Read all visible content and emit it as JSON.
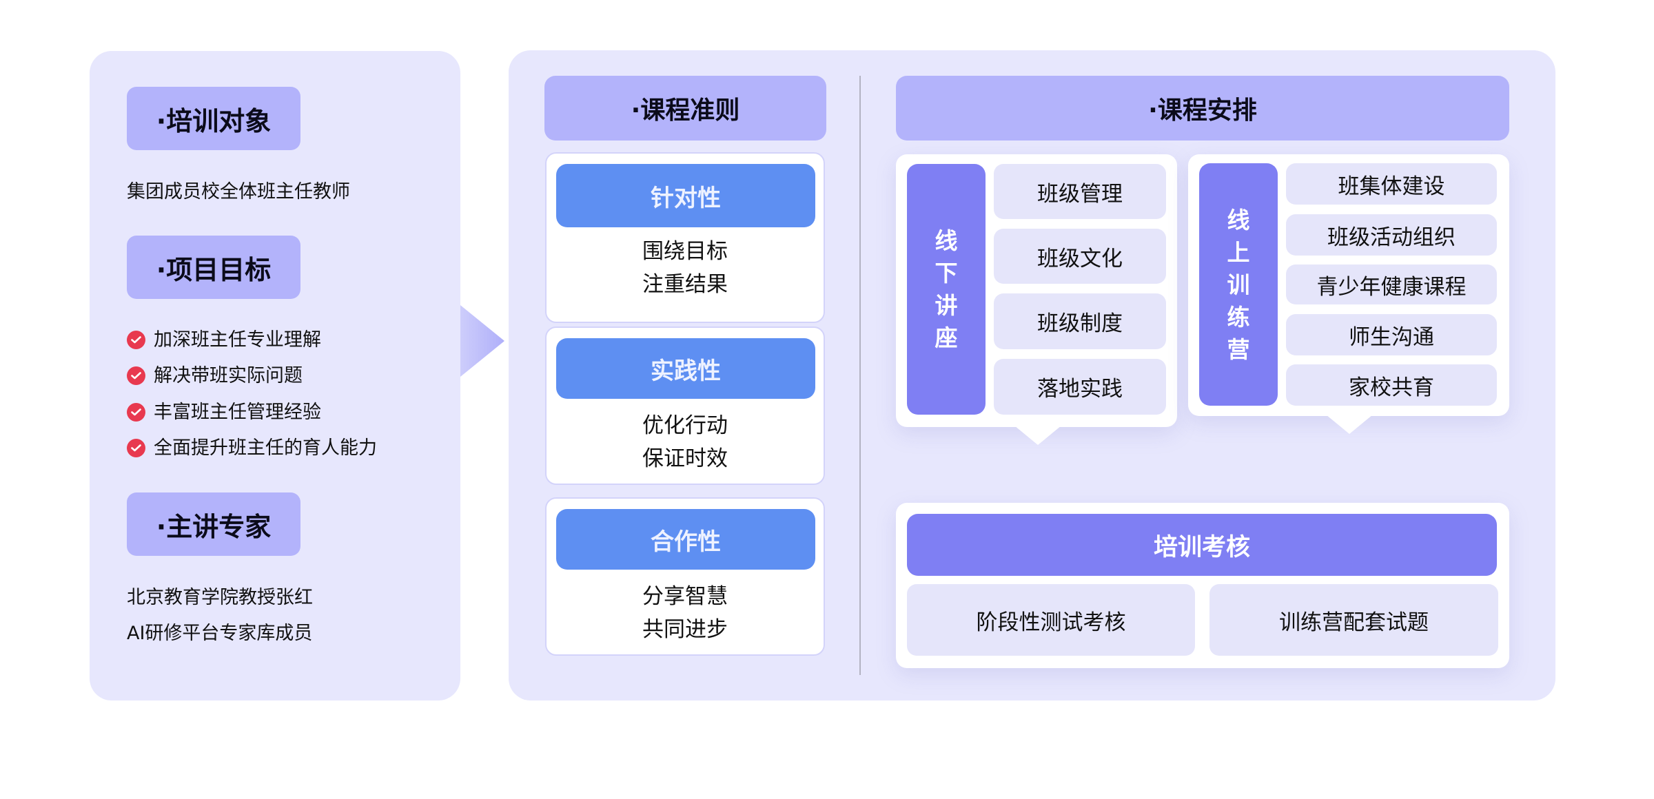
{
  "left": {
    "target": {
      "heading": "·培训对象",
      "text": "集团成员校全体班主任教师"
    },
    "goals": {
      "heading": "·项目目标",
      "items": [
        "加深班主任专业理解",
        "解决带班实际问题",
        "丰富班主任管理经验",
        "全面提升班主任的育人能力"
      ]
    },
    "experts": {
      "heading": "·主讲专家",
      "lines": [
        "北京教育学院教授张红",
        "AI研修平台专家库成员"
      ]
    }
  },
  "principles": {
    "heading": "·课程准则",
    "cards": [
      {
        "title": "针对性",
        "lines": [
          "围绕目标",
          "注重结果"
        ]
      },
      {
        "title": "实践性",
        "lines": [
          "优化行动",
          "保证时效"
        ]
      },
      {
        "title": "合作性",
        "lines": [
          "分享智慧",
          "共同进步"
        ]
      }
    ]
  },
  "schedule": {
    "heading": "·课程安排",
    "offline": {
      "label": "线下讲座",
      "items": [
        "班级管理",
        "班级文化",
        "班级制度",
        "落地实践"
      ]
    },
    "online": {
      "label": "线上训练营",
      "items": [
        "班集体建设",
        "班级活动组织",
        "青少年健康课程",
        "师生沟通",
        "家校共育"
      ]
    },
    "assessment": {
      "title": "培训考核",
      "items": [
        "阶段性测试考核",
        "训练营配套试题"
      ]
    }
  },
  "colors": {
    "panel_bg": "#e7e7fd",
    "heading_bg": "#b3b3fb",
    "principle_bar": "#5e8ff2",
    "accent_purple": "#7f7ff3",
    "item_bg": "#e5e5fa",
    "check_red": "#e8394f"
  }
}
